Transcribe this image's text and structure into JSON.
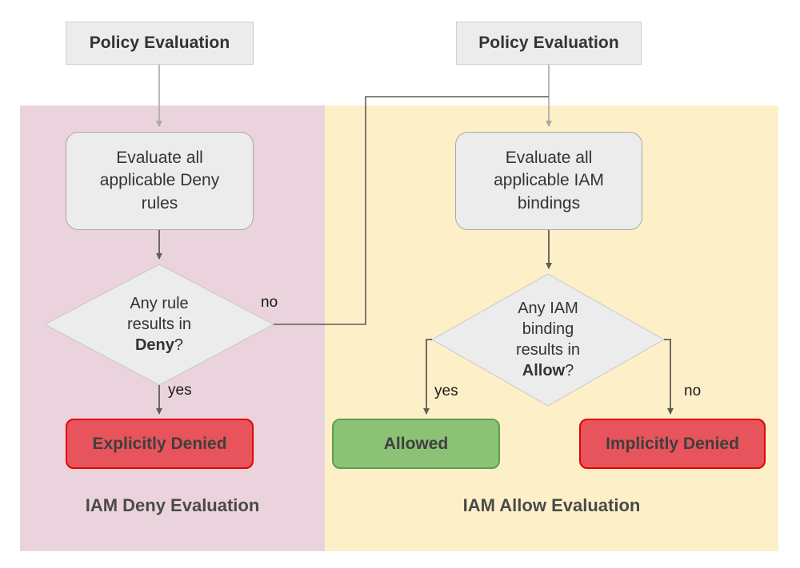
{
  "diagram": {
    "title_left": "IAM Deny Evaluation",
    "title_right": "IAM Allow Evaluation",
    "colors": {
      "deny_lane_bg": "#ebd3de",
      "allow_lane_bg": "#fdf0c9",
      "node_bg": "#ececec",
      "deny_result_bg": "#e8545b",
      "deny_result_border": "#e10000",
      "allow_result_bg": "#8bc275",
      "allow_result_border": "#5f9d4b",
      "edge_stroke": "#5f5c52",
      "start_edge_stroke": "#a8a8a8",
      "text": "#333333"
    }
  },
  "nodes": {
    "start_left": {
      "label": "Policy Evaluation"
    },
    "start_right": {
      "label": "Policy Evaluation"
    },
    "process_left": {
      "label": "Evaluate all applicable Deny rules"
    },
    "process_right": {
      "label": "Evaluate all applicable IAM bindings"
    },
    "decision_left": {
      "line1": "Any rule",
      "line2": "results in",
      "line3_bold": "Deny",
      "line3_tail": "?"
    },
    "decision_right": {
      "line1": "Any IAM",
      "line2": "binding",
      "line3": "results in",
      "line4_bold": "Allow",
      "line4_tail": "?"
    },
    "result_explicit_deny": {
      "label": "Explicitly Denied"
    },
    "result_allowed": {
      "label": "Allowed"
    },
    "result_implicit_deny": {
      "label": "Implicitly Denied"
    }
  },
  "edge_labels": {
    "deny_no": "no",
    "deny_yes": "yes",
    "allow_yes": "yes",
    "allow_no": "no"
  }
}
